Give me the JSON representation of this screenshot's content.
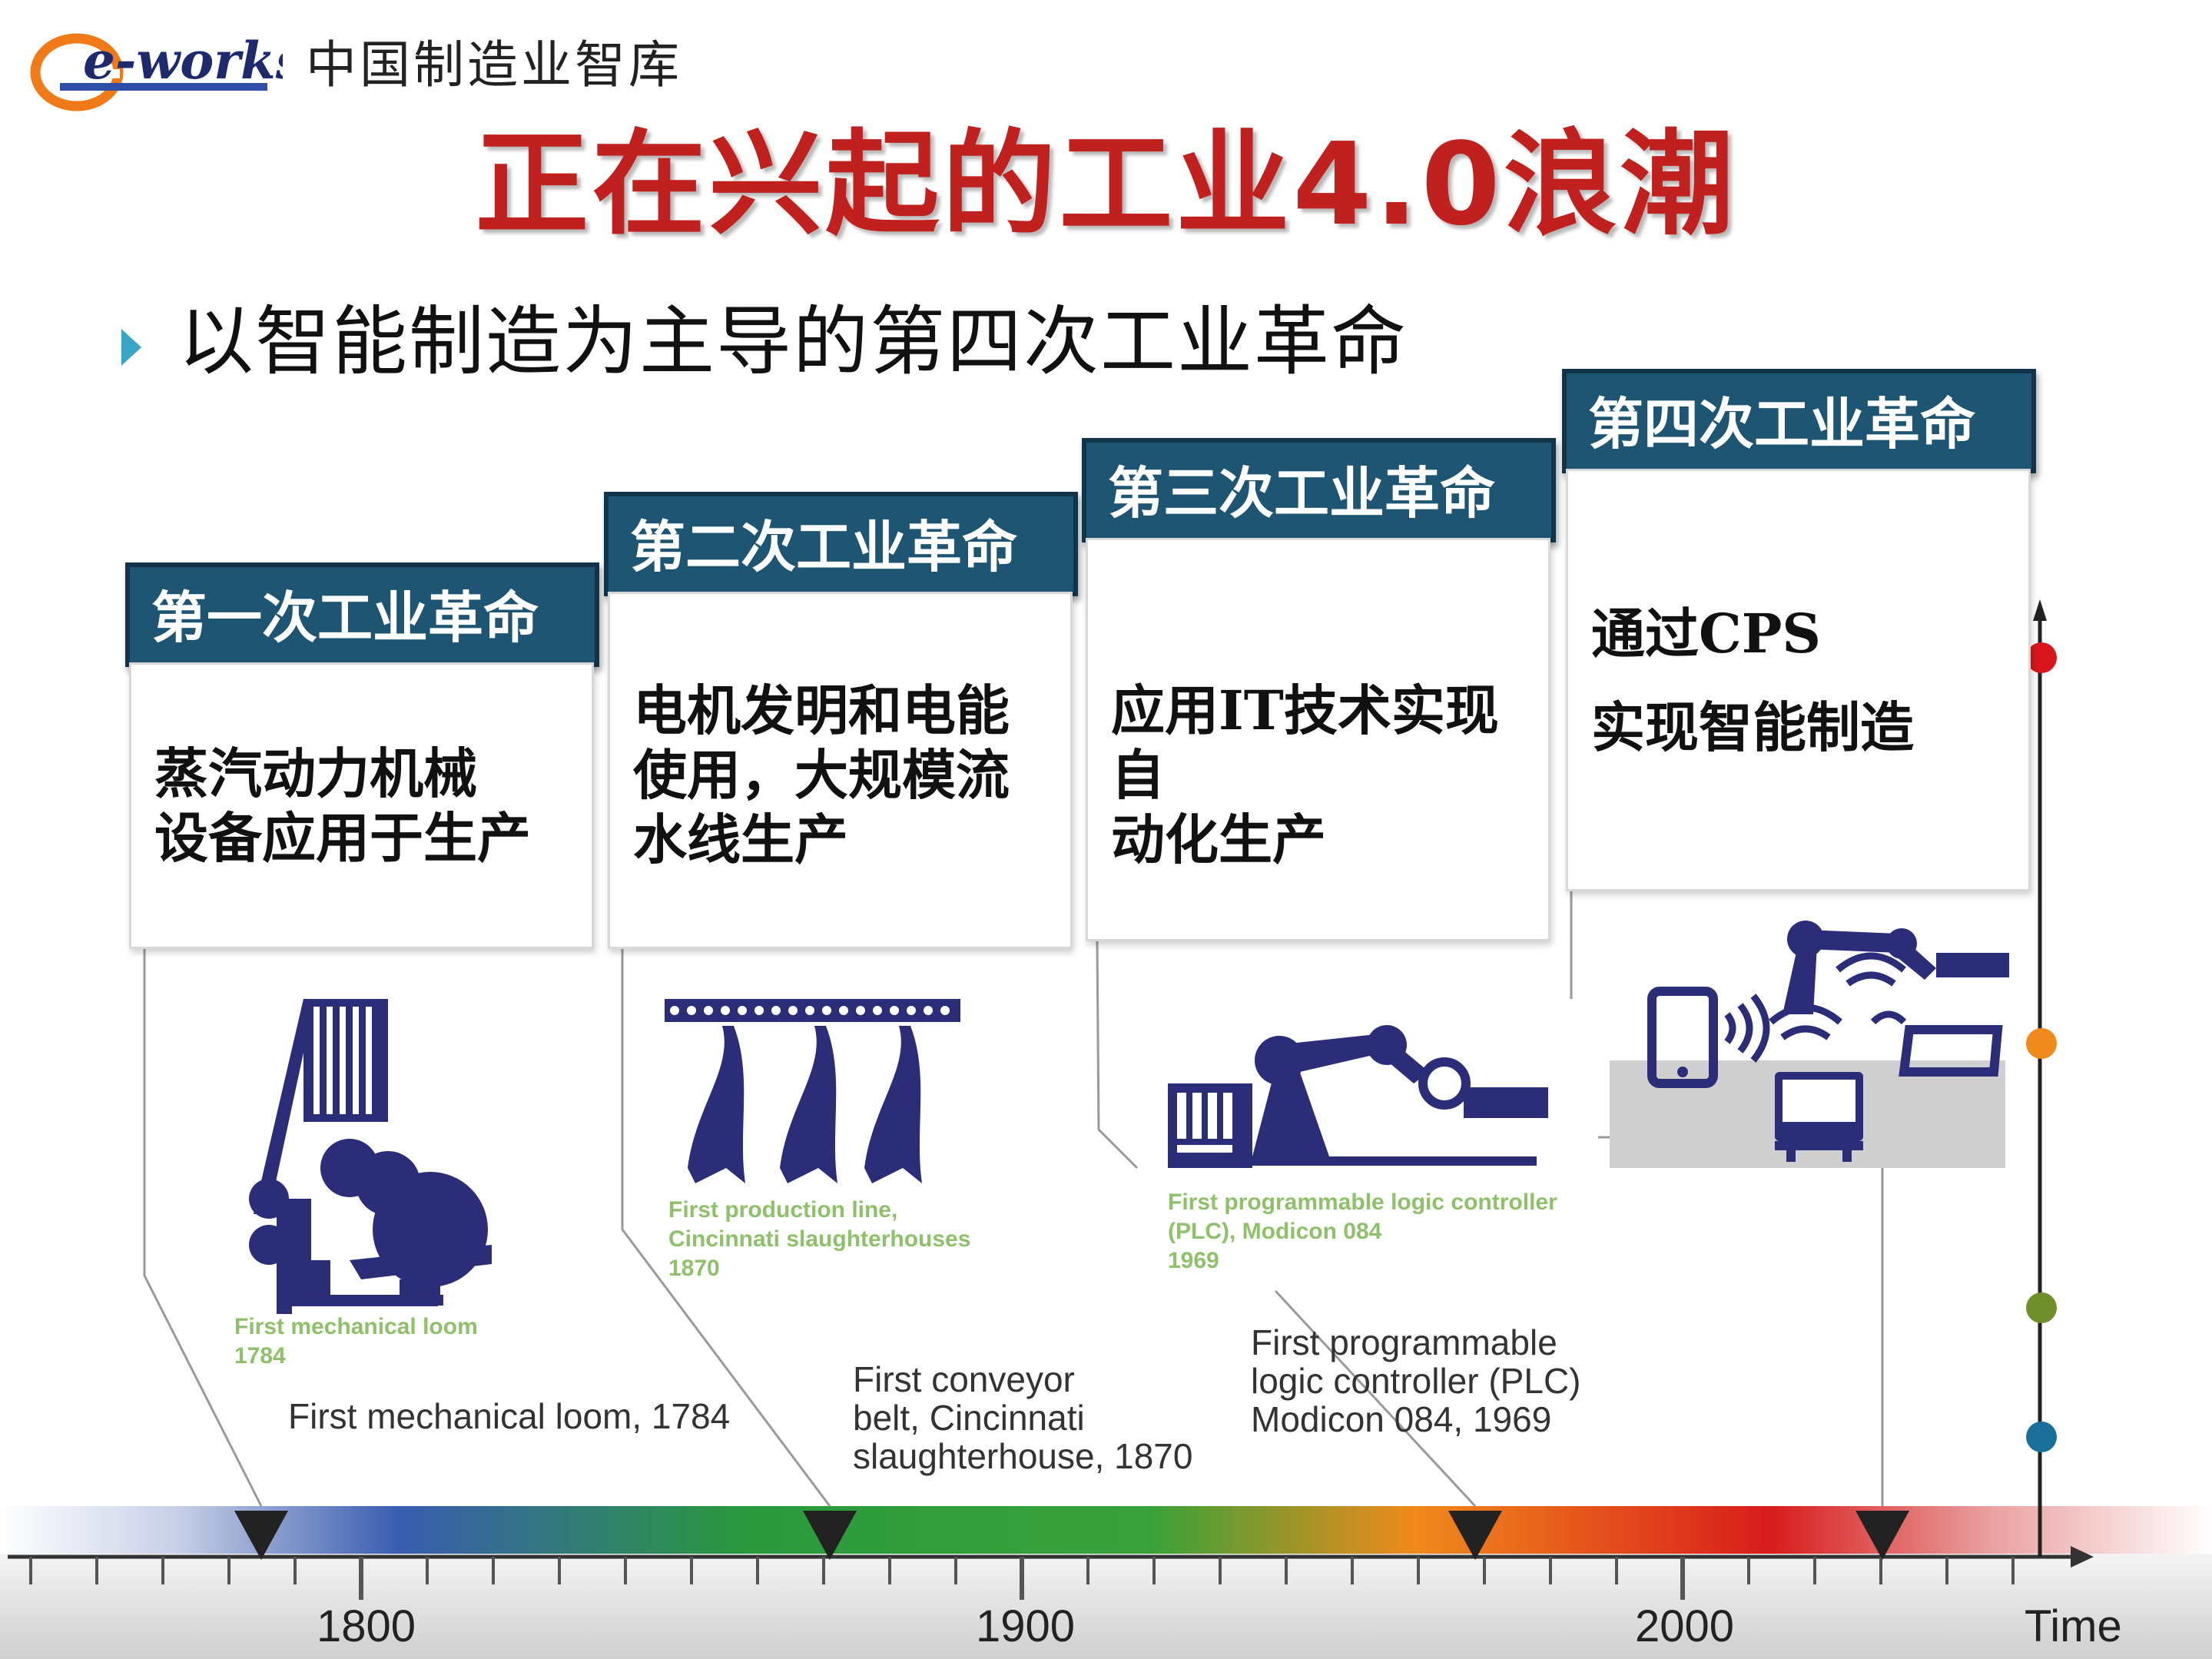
{
  "header": {
    "logo_text": "e-works",
    "brand": "中国制造业智库",
    "title": "正在兴起的工业4.0浪潮",
    "subtitle": "以智能制造为主导的第四次工业革命"
  },
  "revolutions": [
    {
      "label": "第一次工业革命",
      "lines": [
        "蒸汽动力机械",
        "设备应用于生产"
      ]
    },
    {
      "label": "第二次工业革命",
      "lines": [
        "电机发明和电能",
        "使用，大规模流",
        "水线生产"
      ]
    },
    {
      "label": "第三次工业革命",
      "lines": [
        "应用IT技术实现自",
        "动化生产"
      ]
    },
    {
      "label": "第四次工业革命",
      "lines": [
        "通过CPS",
        "实现智能制造"
      ]
    }
  ],
  "captions": [
    "First mechanical loom, 1784",
    "First conveyor\nbelt, Cincinnati\nslaughterhouse, 1870",
    "First programmable\nlogic controller (PLC)\nModicon 084, 1969"
  ],
  "figure_captions": [
    "First mechanical loom\n1784",
    "First production line,\nCincinnati slaughterhouses\n1870",
    "First programmable logic controller\n(PLC), Modicon 084\n1969"
  ],
  "axis": {
    "ticks": [
      "1800",
      "1900",
      "2000"
    ],
    "end_label": "Time"
  },
  "colors": {
    "title_red": "#c0201e",
    "header_blue": "#1d5572",
    "icon_navy": "#2b2d78",
    "gradient": [
      "#2f4fa8",
      "#2a9a3c",
      "#f08a1c",
      "#cc1a1a"
    ],
    "dots": [
      "#d8161c",
      "#f08a1c",
      "#6f8f2a",
      "#1a6f9a"
    ]
  }
}
